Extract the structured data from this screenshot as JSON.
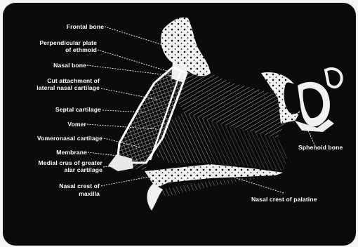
{
  "labels": {
    "frontal_bone": "Frontal bone",
    "perpendicular_plate_1": "Perpendicular plate",
    "perpendicular_plate_2": "of ethmoid",
    "nasal_bone": "Nasal bone",
    "cut_attachment_1": "Cut attachment of",
    "cut_attachment_2": "lateral nasal cartilage",
    "septal_cartilage": "Septal cartilage",
    "vomer": "Vomer",
    "vomeronasal_cartilage": "Vomeronasal cartilage",
    "membrane": "Membrane",
    "medial_crus_1": "Medial crus of greater",
    "medial_crus_2": "alar cartilage",
    "nasal_crest_maxilla_1": "Nasal crest of",
    "nasal_crest_maxilla_2": "maxilla",
    "sphenoid_bone": "Sphenoid bone",
    "nasal_crest_palatine": "Nasal crest of palatine"
  },
  "colors": {
    "background": "#0b0b0b",
    "ink": "#ffffff",
    "page": "#f4f4f2"
  }
}
